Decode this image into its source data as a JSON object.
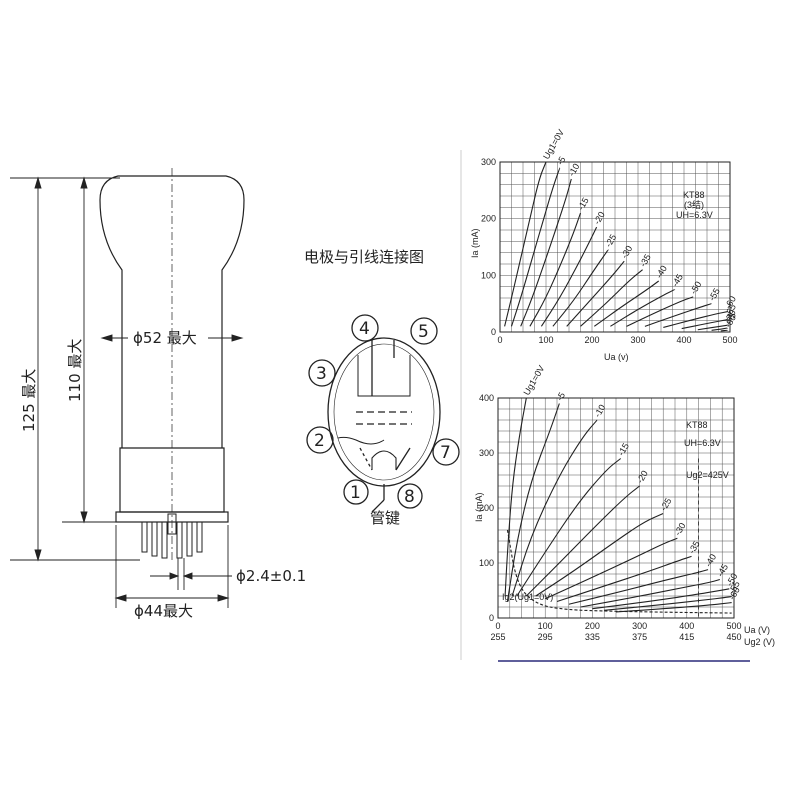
{
  "tube": {
    "dim_bulb": "ϕ52 最大",
    "dim_height_110": "110 最大",
    "dim_height_125": "125 最大",
    "dim_pin": "ϕ2.4±0.1",
    "dim_base": "ϕ44最大"
  },
  "pinout": {
    "title": "电极与引线连接图",
    "pins": [
      "1",
      "2",
      "3",
      "4",
      "5",
      "7",
      "8"
    ],
    "key_label": "管键"
  },
  "colors": {
    "ink": "#222222",
    "grid": "#555555",
    "rule": "#2a2a7a"
  },
  "chart_data": [
    {
      "type": "line",
      "ylabel": "Ia (mA)",
      "xlabel": "Ua (v)",
      "xlim": [
        0,
        500
      ],
      "ylim": [
        0,
        300
      ],
      "x_ticks": [
        "0",
        "100",
        "200",
        "300",
        "400",
        "500"
      ],
      "y_ticks": [
        "0",
        "100",
        "200",
        "300"
      ],
      "annotation": [
        "KT88",
        "(3结)",
        "UH=6.3V"
      ],
      "series": [
        {
          "name": "Ug1=0V",
          "points": [
            [
              10,
              10
            ],
            [
              25,
              60
            ],
            [
              45,
              130
            ],
            [
              65,
              200
            ],
            [
              85,
              270
            ],
            [
              100,
              320
            ]
          ]
        },
        {
          "name": "-5",
          "points": [
            [
              25,
              10
            ],
            [
              45,
              60
            ],
            [
              70,
              130
            ],
            [
              95,
              200
            ],
            [
              115,
              255
            ],
            [
              130,
              290
            ]
          ]
        },
        {
          "name": "-10",
          "points": [
            [
              45,
              10
            ],
            [
              70,
              60
            ],
            [
              100,
              130
            ],
            [
              125,
              190
            ],
            [
              145,
              240
            ],
            [
              155,
              270
            ]
          ]
        },
        {
          "name": "-15",
          "points": [
            [
              65,
              10
            ],
            [
              100,
              60
            ],
            [
              135,
              125
            ],
            [
              160,
              175
            ],
            [
              175,
              210
            ]
          ]
        },
        {
          "name": "-20",
          "points": [
            [
              90,
              10
            ],
            [
              130,
              60
            ],
            [
              170,
              120
            ],
            [
              195,
              160
            ],
            [
              210,
              185
            ]
          ]
        },
        {
          "name": "-25",
          "points": [
            [
              115,
              10
            ],
            [
              160,
              55
            ],
            [
              205,
              110
            ],
            [
              235,
              145
            ]
          ]
        },
        {
          "name": "-30",
          "points": [
            [
              145,
              10
            ],
            [
              195,
              55
            ],
            [
              245,
              100
            ],
            [
              270,
              125
            ]
          ]
        },
        {
          "name": "-35",
          "points": [
            [
              175,
              10
            ],
            [
              230,
              50
            ],
            [
              280,
              90
            ],
            [
              310,
              110
            ]
          ]
        },
        {
          "name": "-40",
          "points": [
            [
              205,
              10
            ],
            [
              265,
              45
            ],
            [
              320,
              75
            ],
            [
              345,
              90
            ]
          ]
        },
        {
          "name": "-45",
          "points": [
            [
              240,
              10
            ],
            [
              300,
              40
            ],
            [
              355,
              65
            ],
            [
              380,
              75
            ]
          ]
        },
        {
          "name": "-50",
          "points": [
            [
              275,
              10
            ],
            [
              340,
              35
            ],
            [
              395,
              55
            ],
            [
              420,
              62
            ]
          ]
        },
        {
          "name": "-55",
          "points": [
            [
              315,
              10
            ],
            [
              385,
              30
            ],
            [
              440,
              45
            ],
            [
              460,
              50
            ]
          ]
        },
        {
          "name": "-60",
          "points": [
            [
              355,
              8
            ],
            [
              420,
              22
            ],
            [
              470,
              32
            ],
            [
              495,
              36
            ]
          ]
        },
        {
          "name": "-65",
          "points": [
            [
              395,
              6
            ],
            [
              450,
              15
            ],
            [
              495,
              22
            ]
          ]
        },
        {
          "name": "-70",
          "points": [
            [
              430,
              4
            ],
            [
              470,
              9
            ],
            [
              495,
              12
            ]
          ]
        },
        {
          "name": "-75",
          "points": [
            [
              460,
              3
            ],
            [
              480,
              5
            ],
            [
              495,
              7
            ]
          ]
        },
        {
          "name": "-80",
          "points": [
            [
              480,
              2
            ],
            [
              495,
              3
            ]
          ]
        }
      ]
    },
    {
      "type": "line",
      "ylabel": "Ia (mA)",
      "xlabel": "Ua (V)",
      "xlabel2": "Ug2 (V)",
      "xlim": [
        0,
        500
      ],
      "ylim": [
        0,
        400
      ],
      "x_ticks": [
        "0",
        "100",
        "200",
        "300",
        "400",
        "500"
      ],
      "x2_ticks": [
        "255",
        "295",
        "335",
        "375",
        "415",
        "450"
      ],
      "y_ticks": [
        "0",
        "100",
        "200",
        "300",
        "400"
      ],
      "annotation": [
        "KT88",
        "UH=6.3V",
        "Ug2=425V"
      ],
      "ig2_label": "Ig2(Ug1=0V)",
      "series": [
        {
          "name": "Ug1=0V",
          "points": [
            [
              15,
              40
            ],
            [
              20,
              120
            ],
            [
              30,
              240
            ],
            [
              45,
              330
            ],
            [
              60,
              400
            ]
          ]
        },
        {
          "name": "-5",
          "points": [
            [
              20,
              30
            ],
            [
              40,
              140
            ],
            [
              70,
              250
            ],
            [
              110,
              340
            ],
            [
              130,
              390
            ]
          ]
        },
        {
          "name": "-10",
          "points": [
            [
              30,
              40
            ],
            [
              70,
              150
            ],
            [
              130,
              260
            ],
            [
              180,
              330
            ],
            [
              210,
              360
            ]
          ]
        },
        {
          "name": "-15",
          "points": [
            [
              40,
              40
            ],
            [
              100,
              120
            ],
            [
              170,
              210
            ],
            [
              230,
              270
            ],
            [
              260,
              290
            ]
          ]
        },
        {
          "name": "-20",
          "points": [
            [
              60,
              40
            ],
            [
              130,
              100
            ],
            [
              210,
              170
            ],
            [
              270,
              220
            ],
            [
              300,
              240
            ]
          ]
        },
        {
          "name": "-25",
          "points": [
            [
              80,
              40
            ],
            [
              160,
              85
            ],
            [
              250,
              140
            ],
            [
              310,
              175
            ],
            [
              350,
              190
            ]
          ]
        },
        {
          "name": "-30",
          "points": [
            [
              100,
              35
            ],
            [
              190,
              70
            ],
            [
              290,
              110
            ],
            [
              350,
              135
            ],
            [
              380,
              145
            ]
          ]
        },
        {
          "name": "-35",
          "points": [
            [
              125,
              30
            ],
            [
              225,
              58
            ],
            [
              320,
              85
            ],
            [
              385,
              105
            ],
            [
              410,
              112
            ]
          ]
        },
        {
          "name": "-40",
          "points": [
            [
              150,
              25
            ],
            [
              260,
              48
            ],
            [
              360,
              70
            ],
            [
              420,
              82
            ],
            [
              445,
              88
            ]
          ]
        },
        {
          "name": "-45",
          "points": [
            [
              175,
              20
            ],
            [
              290,
              38
            ],
            [
              390,
              55
            ],
            [
              450,
              65
            ],
            [
              470,
              70
            ]
          ]
        },
        {
          "name": "-50",
          "points": [
            [
              200,
              17
            ],
            [
              320,
              30
            ],
            [
              415,
              42
            ],
            [
              470,
              50
            ],
            [
              490,
              53
            ]
          ]
        },
        {
          "name": "-55",
          "points": [
            [
              225,
              14
            ],
            [
              345,
              24
            ],
            [
              440,
              33
            ],
            [
              480,
              37
            ],
            [
              495,
              39
            ]
          ]
        },
        {
          "name": "-60",
          "points": [
            [
              250,
              11
            ],
            [
              370,
              18
            ],
            [
              455,
              24
            ],
            [
              485,
              27
            ],
            [
              495,
              28
            ]
          ]
        },
        {
          "name": "Ig2",
          "points": [
            [
              20,
              160
            ],
            [
              40,
              60
            ],
            [
              80,
              25
            ],
            [
              140,
              15
            ],
            [
              250,
              12
            ],
            [
              400,
              10
            ],
            [
              495,
              9
            ]
          ]
        }
      ]
    }
  ]
}
